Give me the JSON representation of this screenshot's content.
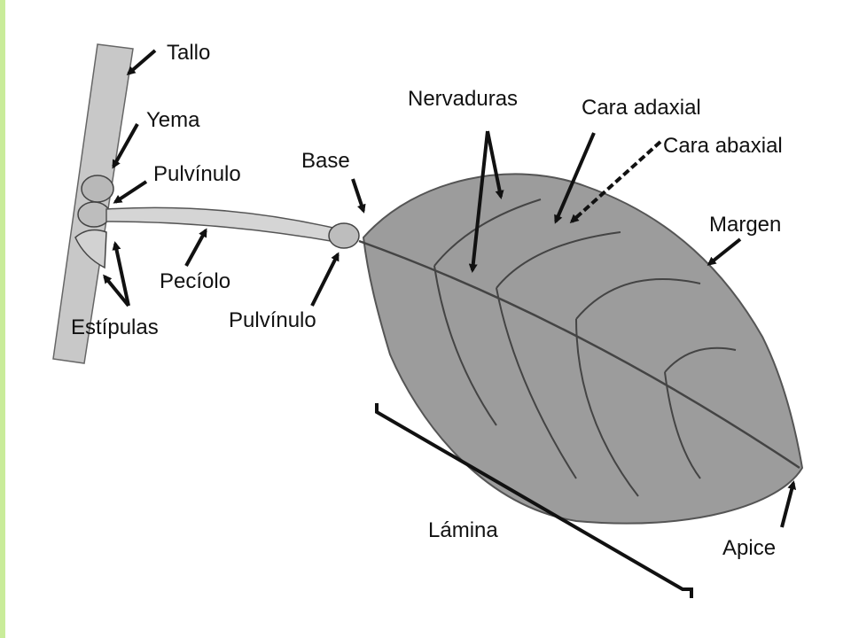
{
  "diagram": {
    "labels": {
      "tallo": "Tallo",
      "yema": "Yema",
      "pulvinulo_top": "Pulvínulo",
      "peciolo": "Pecíolo",
      "estipulas": "Estípulas",
      "pulvinulo_bottom": "Pulvínulo",
      "base": "Base",
      "nervaduras": "Nervaduras",
      "cara_adaxial": "Cara adaxial",
      "cara_abaxial": "Cara abaxial",
      "margen": "Margen",
      "lamina": "Lámina",
      "apice": "Apice"
    },
    "colors": {
      "background": "#ffffff",
      "accent_bar": "#c9ec9a",
      "leaf_fill": "#9c9c9c",
      "stem_fill": "#c8c8c8",
      "ink": "#111111"
    }
  }
}
